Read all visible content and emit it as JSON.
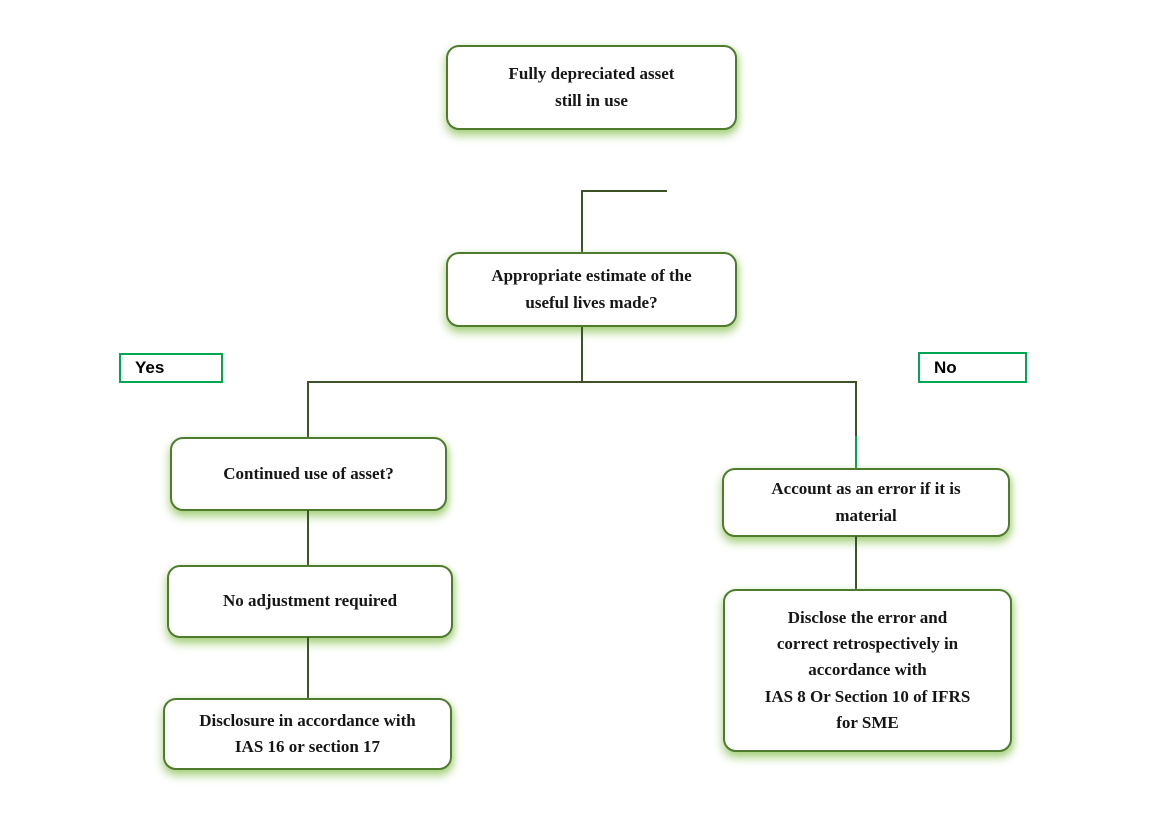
{
  "diagram": {
    "type": "flowchart",
    "nodes": {
      "fully_depreciated": "Fully depreciated asset\nstill in use",
      "appropriate_estimate": "Appropriate estimate of the\nuseful lives made?",
      "continued_use": "Continued use of asset?",
      "no_adjustment": "No adjustment required",
      "disclosure_ias16": "Disclosure in accordance with\nIAS 16 or section 17",
      "account_error": "Account as an error if it is\nmaterial",
      "disclose_error": "Disclose the error and\ncorrect retrospectively in\naccordance with\nIAS 8 Or Section 10 of IFRS\nfor SME"
    },
    "branch_labels": {
      "yes": "Yes",
      "no": "No"
    },
    "edges": [
      {
        "from": "fully_depreciated",
        "to": "appropriate_estimate",
        "label": ""
      },
      {
        "from": "appropriate_estimate",
        "to": "continued_use",
        "label": "Yes"
      },
      {
        "from": "appropriate_estimate",
        "to": "account_error",
        "label": "No"
      },
      {
        "from": "continued_use",
        "to": "no_adjustment",
        "label": ""
      },
      {
        "from": "no_adjustment",
        "to": "disclosure_ias16",
        "label": ""
      },
      {
        "from": "account_error",
        "to": "disclose_error",
        "label": ""
      }
    ],
    "colors": {
      "node_border": "#4f7b2e",
      "node_glow": "#a9d18e",
      "connector_line": "#3d5226",
      "branch_accent": "#00a651",
      "text_color": "#161616"
    }
  }
}
